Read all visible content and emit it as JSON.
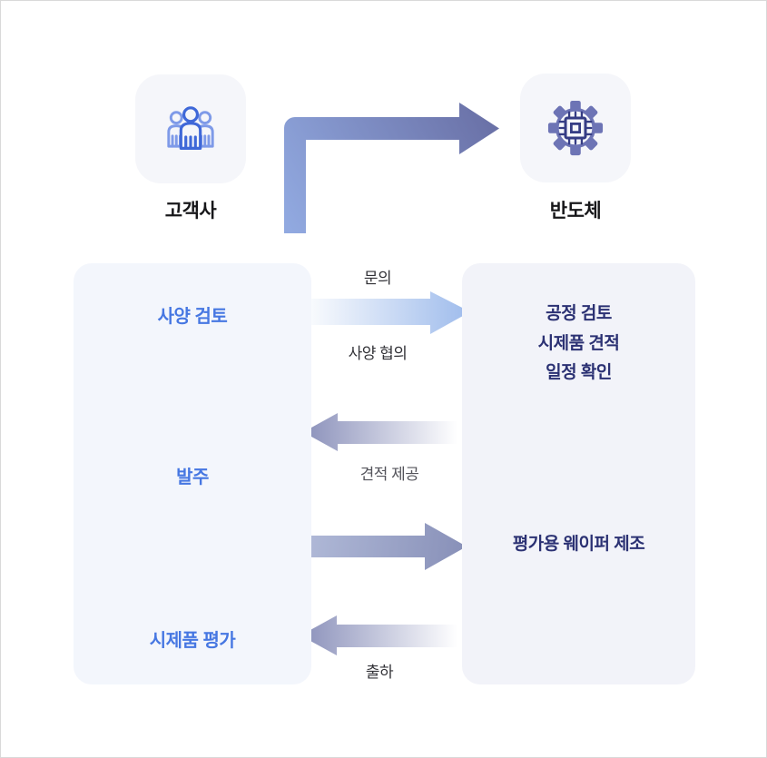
{
  "entities": {
    "customer": {
      "label": "고객사",
      "icon": "people-group-icon"
    },
    "company": {
      "label": "반도체",
      "icon": "chip-gear-icon"
    }
  },
  "customer_steps": {
    "spec_review": "사양 검토",
    "order": "발주",
    "prototype_eval": "시제품 평가"
  },
  "company_steps": {
    "line1": "공정 검토",
    "line2": "시제품 견적",
    "line3": "일정 확인",
    "wafer": "평가용 웨이퍼 제조"
  },
  "flow_labels": {
    "inquiry": "문의",
    "spec_discussion": "사양 협의",
    "quote": "견적 제공",
    "shipping": "출하"
  },
  "colors": {
    "accent_blue_text": "#4677e2",
    "navy_text": "#2b3173",
    "customer_panel_bg": "#f3f6fc",
    "company_panel_bg": "#f2f3f9",
    "icon_card_bg": "#f5f6fa",
    "arrow_light_blue": "#9fbcec",
    "arrow_slate": "#8a90ba",
    "arrow_elbow_dark": "#6a71a7",
    "arrow_elbow_light": "#cfd9f0"
  }
}
